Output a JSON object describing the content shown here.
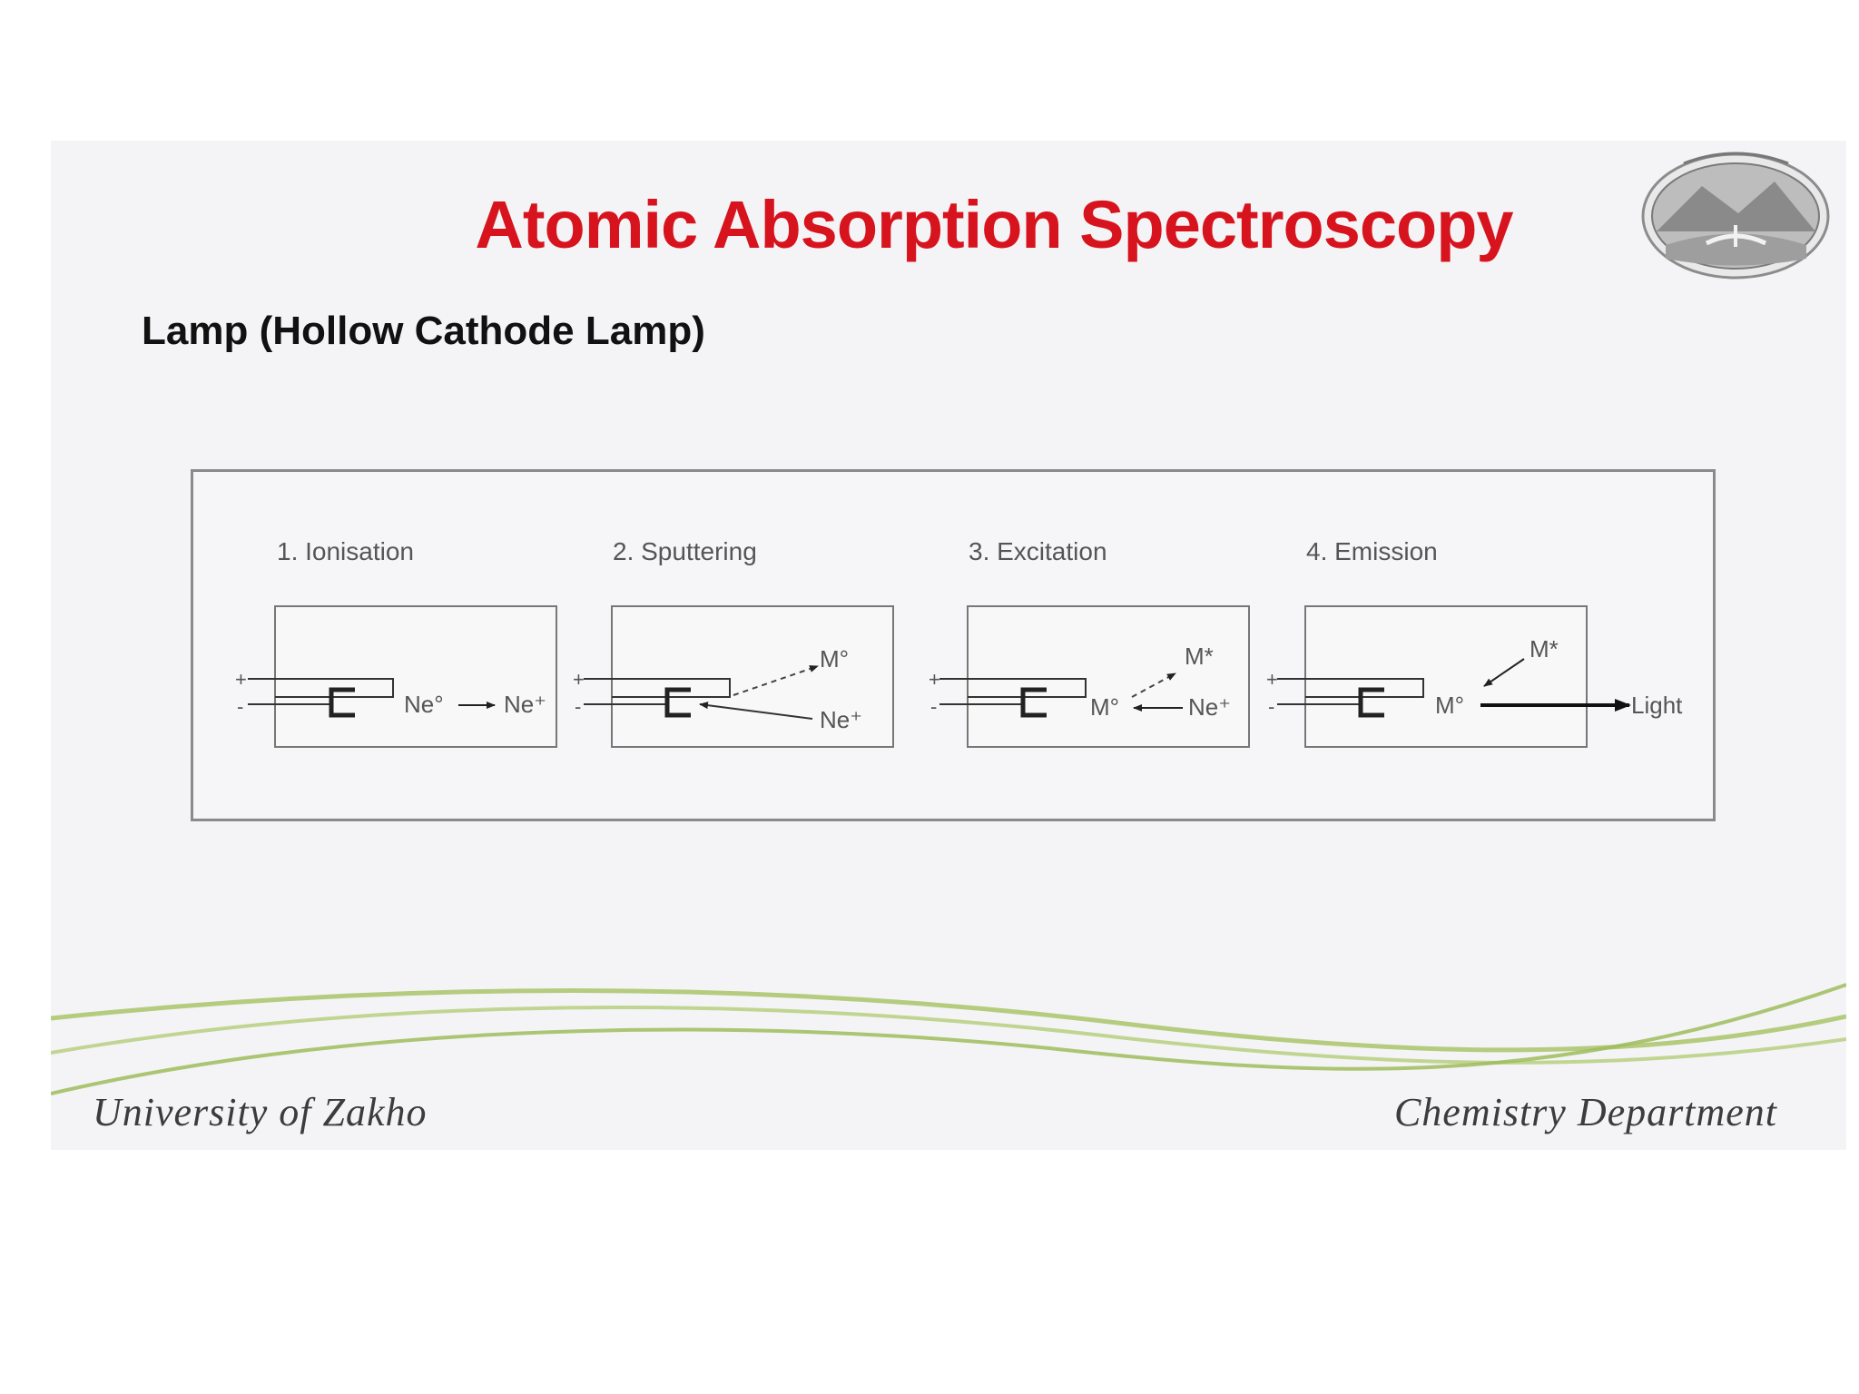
{
  "slide": {
    "title": "Atomic Absorption Spectroscopy",
    "subtitle": "Lamp (Hollow Cathode Lamp)",
    "footer_left": "University of Zakho",
    "footer_right": "Chemistry Department",
    "title_color": "#d7141e",
    "wave_color": "#a9c46a"
  },
  "diagram": {
    "steps": [
      {
        "label": "1. Ionisation",
        "species_a": "Ne°",
        "species_b": "Ne⁺"
      },
      {
        "label": "2. Sputtering",
        "species_a": "M°",
        "species_b": "Ne⁺"
      },
      {
        "label": "3. Excitation",
        "species_a": "M*",
        "species_b": "M°",
        "species_c": "Ne⁺"
      },
      {
        "label": "4. Emission",
        "species_a": "M*",
        "species_b": "M°",
        "species_c": "Light"
      }
    ],
    "plus_sign": "+",
    "minus_sign": "-"
  }
}
